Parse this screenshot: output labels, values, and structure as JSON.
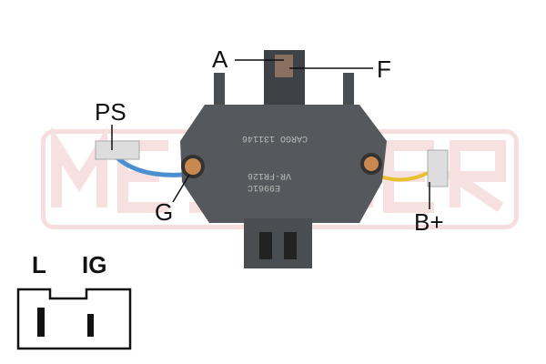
{
  "watermark": "MESSMER",
  "labels": {
    "a": "A",
    "f": "F",
    "ps": "PS",
    "g": "G",
    "b_plus": "B+",
    "l": "L",
    "ig": "IG"
  },
  "part_markings": [
    "E9961C",
    "VR-FR126",
    "CARGO 131146"
  ],
  "colors": {
    "body": "#55585c",
    "wire_left": "#4a90d0",
    "wire_right": "#e8c030",
    "terminal": "#c88850"
  }
}
